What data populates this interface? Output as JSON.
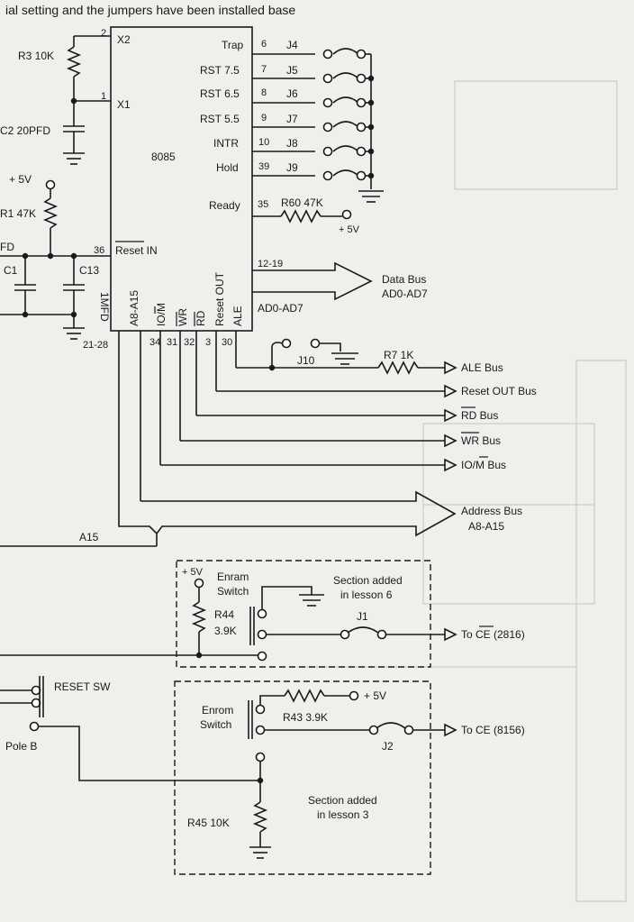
{
  "top_text": "ial setting and the jumpers have been installed base",
  "chip": {
    "name": "8085",
    "x2_label": "X2",
    "x1_label": "X1",
    "x2_pin": "2",
    "x1_pin": "1",
    "reset_in_label": "Reset IN",
    "reset_in_pin": "36",
    "ready_label": "Ready",
    "ready_pin": "35",
    "addr_label": "A8-A15",
    "iom_label": "IO/M",
    "wr_label": "WR",
    "rd_label": "RD",
    "reset_out_label": "Reset OUT",
    "ale_label": "ALE",
    "data_pins": "12-19",
    "ad_label": "AD0-AD7",
    "bottom_pins": [
      "34",
      "31",
      "32",
      "3",
      "30"
    ],
    "addr_pins": "21-28",
    "interrupts": [
      {
        "label": "Trap",
        "pin": "6",
        "jumper": "J4"
      },
      {
        "label": "RST 7.5",
        "pin": "7",
        "jumper": "J5"
      },
      {
        "label": "RST 6.5",
        "pin": "8",
        "jumper": "J6"
      },
      {
        "label": "RST 5.5",
        "pin": "9",
        "jumper": "J7"
      },
      {
        "label": "INTR",
        "pin": "10",
        "jumper": "J8"
      },
      {
        "label": "Hold",
        "pin": "39",
        "jumper": "J9"
      }
    ]
  },
  "components": {
    "r3": "R3 10K",
    "c2": "C2 20PFD",
    "plus5v": "+ 5V",
    "r1": "R1 47K",
    "fd": "FD",
    "c1": "C1",
    "c13": "C13",
    "mfd": "1MFD",
    "r60": "R60 47K",
    "r60_5v": "+ 5V",
    "j10": "J10",
    "r7": "R7 1K",
    "a15": "A15",
    "r44": "R44",
    "r44_val": "3.9K",
    "enram_5v": "+ 5V",
    "enram_switch": [
      "Enram",
      "Switch"
    ],
    "j1": "J1",
    "r43": "R43 3.9K",
    "r43_5v": "+ 5V",
    "enrom_switch": [
      "Enrom",
      "Switch"
    ],
    "j2": "J2",
    "reset_sw": "RESET SW",
    "pole_b": "Pole B",
    "r45": "R45 10K"
  },
  "buses": {
    "data": [
      "Data Bus",
      "AD0-AD7"
    ],
    "address": [
      "Address Bus",
      "A8-A15"
    ],
    "ale": "ALE Bus",
    "reset_out": "Reset OUT Bus",
    "rd": "RD Bus",
    "wr": "WR Bus",
    "iom": "IO/M Bus",
    "to_ce_2816": "To CE (2816)",
    "to_ce_8156": "To CE (8156)"
  },
  "sections": {
    "lesson6": [
      "Section added",
      "in lesson 6"
    ],
    "lesson3": [
      "Section added",
      "in lesson 3"
    ]
  }
}
